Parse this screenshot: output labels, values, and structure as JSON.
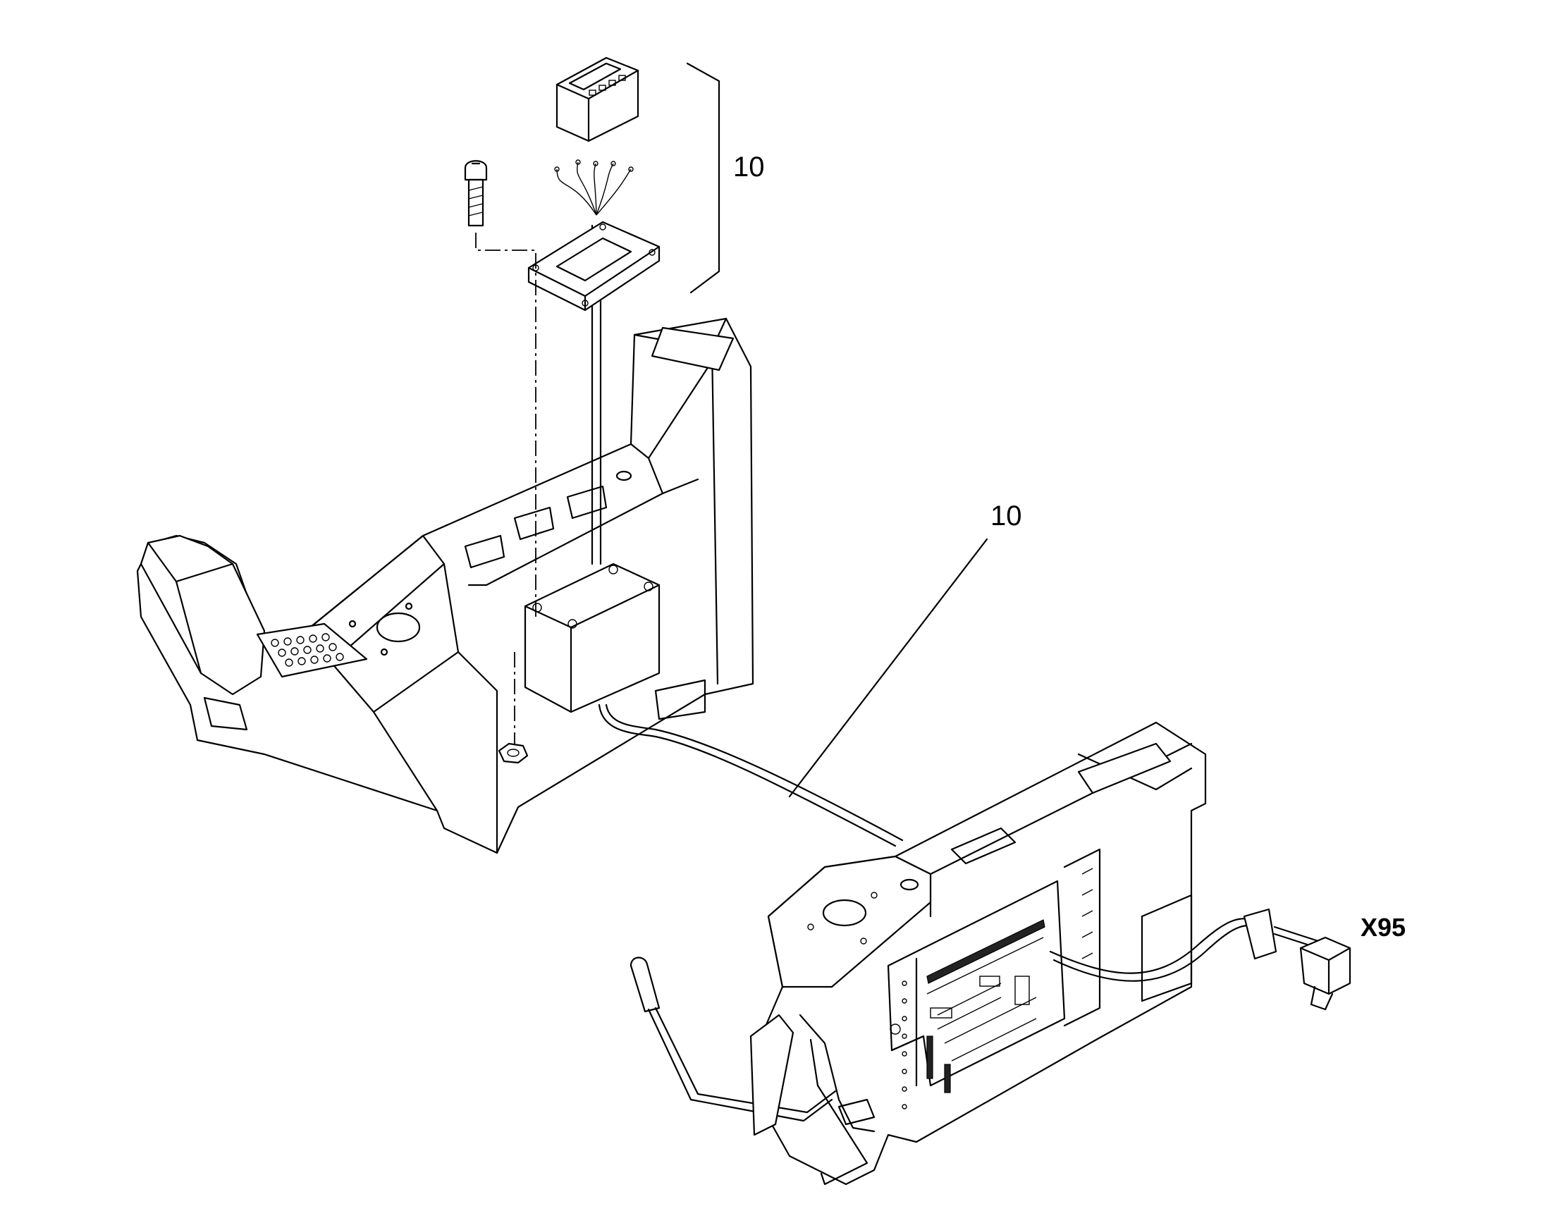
{
  "callouts": {
    "display_kit": "10",
    "harness": "10",
    "connector": "X95"
  }
}
